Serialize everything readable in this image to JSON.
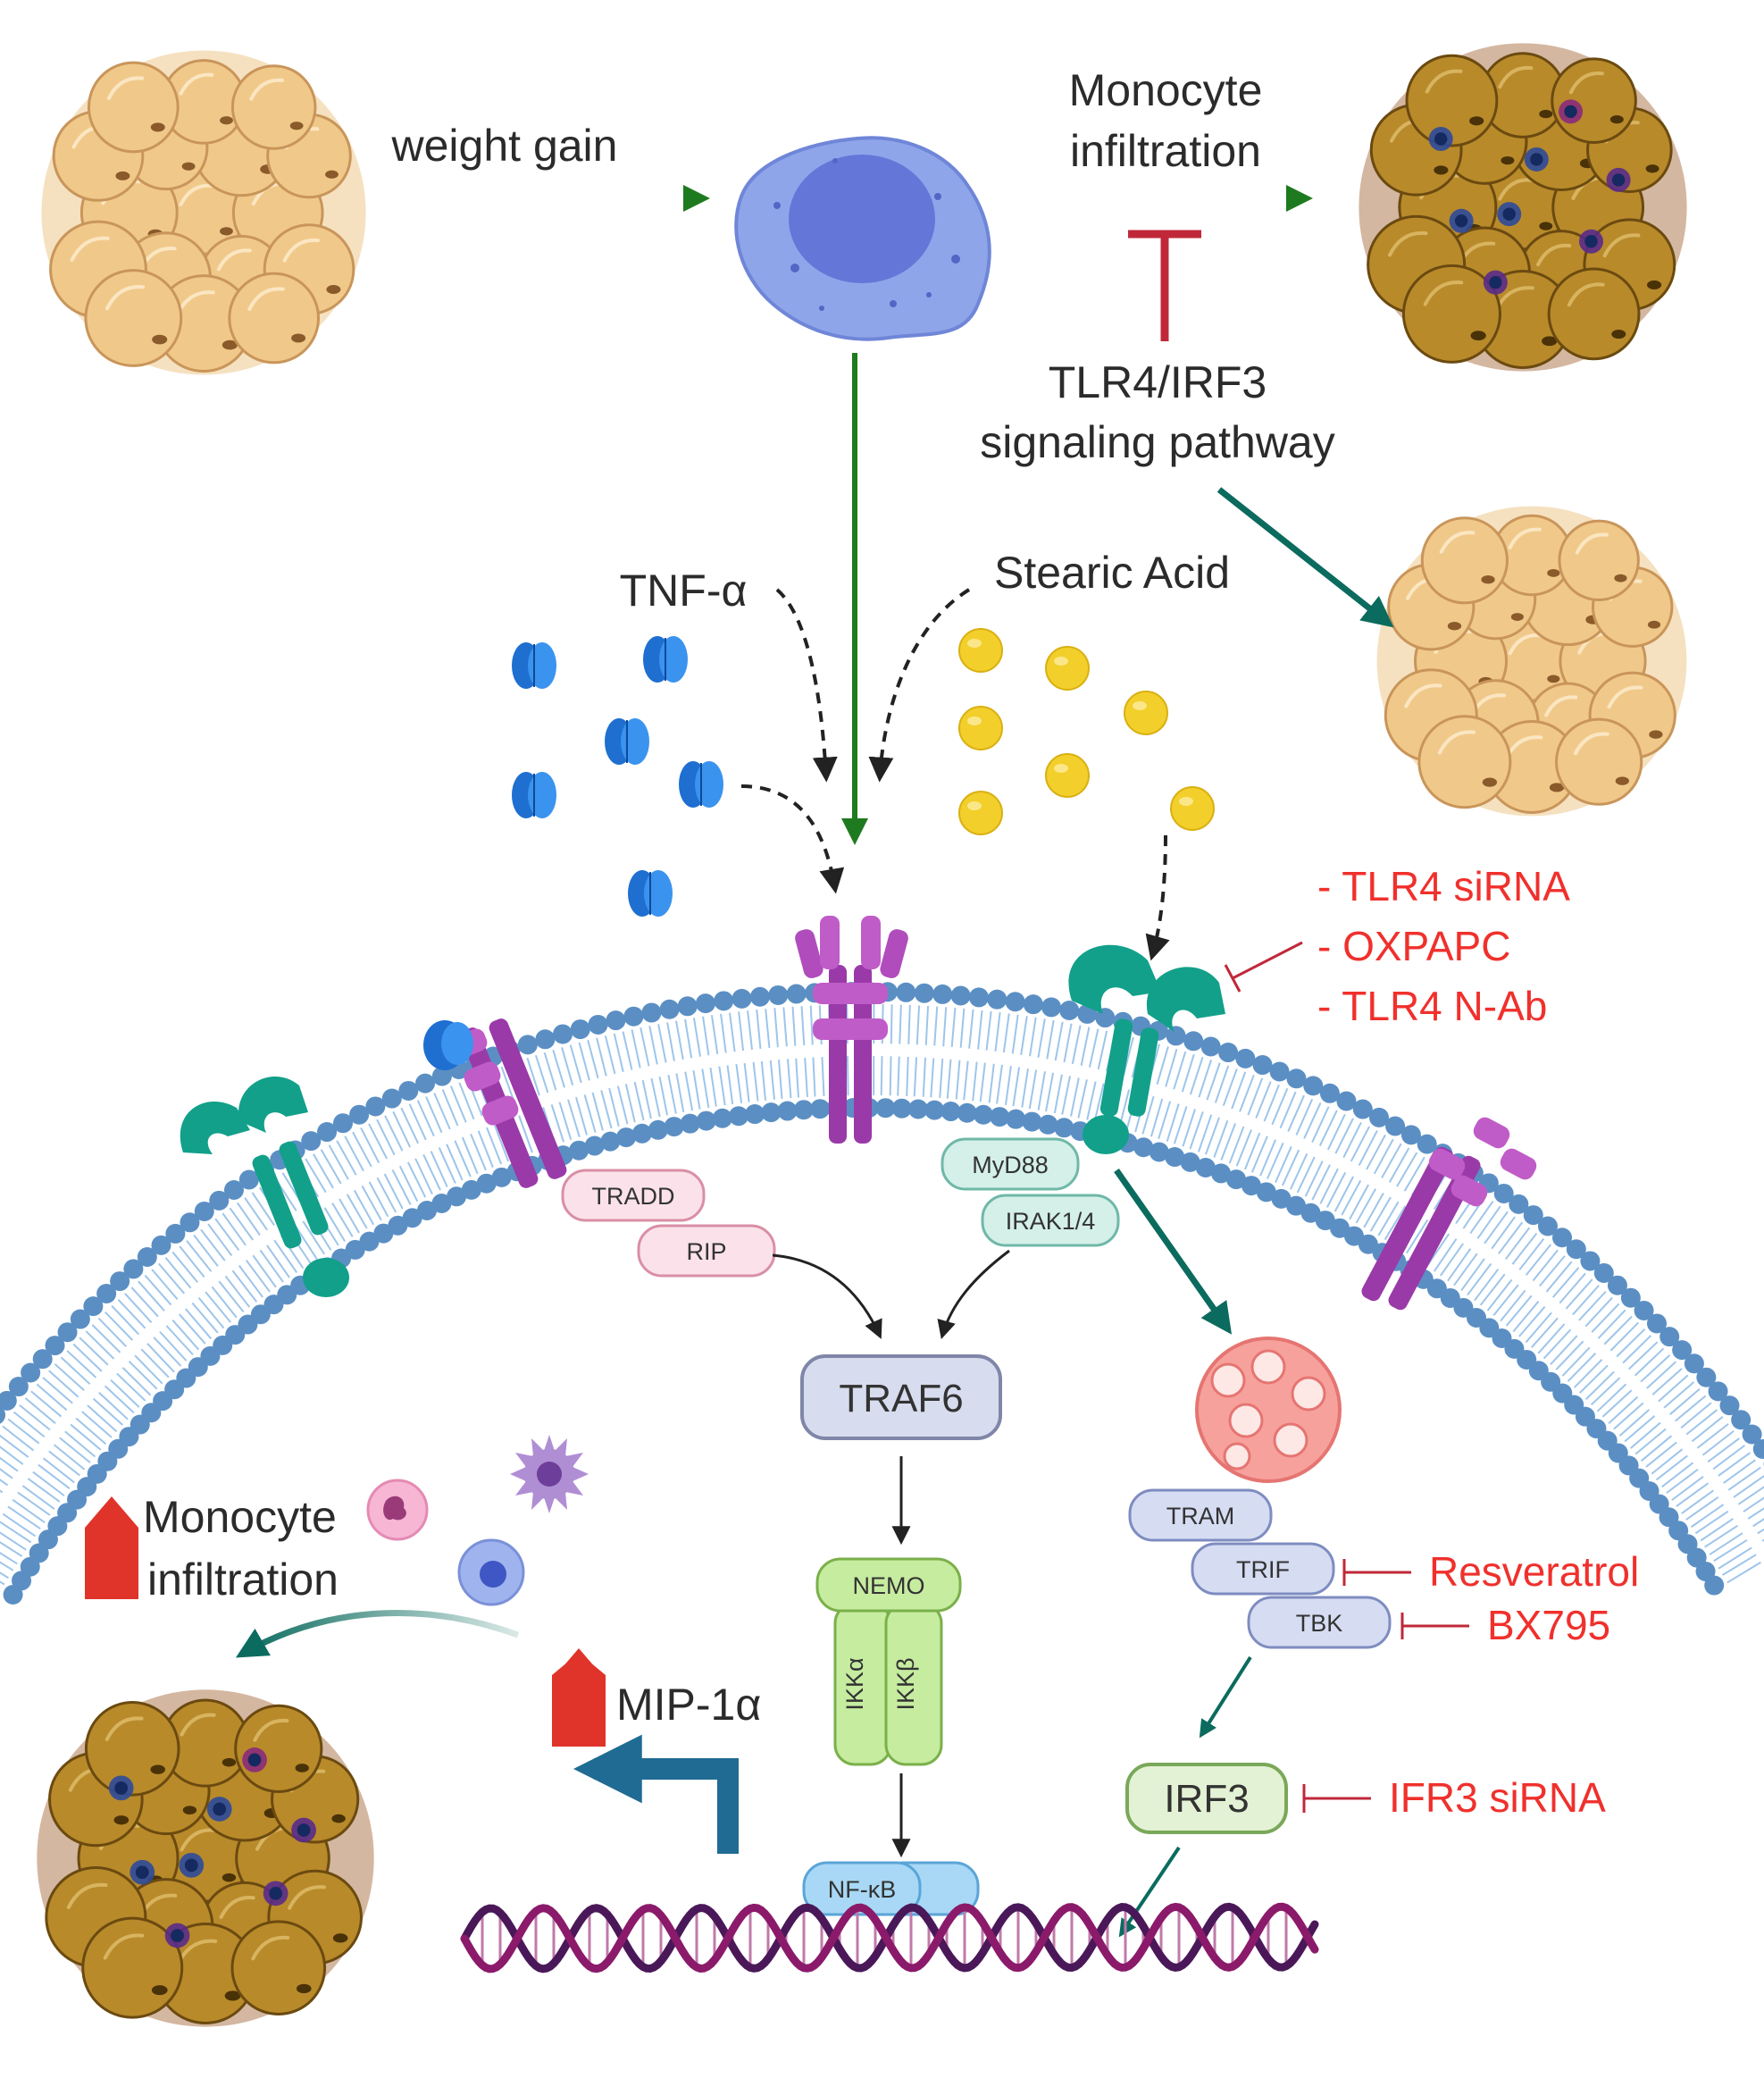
{
  "labels": {
    "weight_gain": "weight gain",
    "monocyte_infiltration_top_1": "Monocyte",
    "monocyte_infiltration_top_2": "infiltration",
    "tlr4_irf3_1": "TLR4/IRF3",
    "tlr4_irf3_2": "signaling pathway",
    "tnf_alpha": "TNF-α",
    "stearic_acid": "Stearic Acid",
    "monocyte_infiltration_bottom_1": "Monocyte",
    "monocyte_infiltration_bottom_2": "infiltration",
    "mip1a": "MIP-1α"
  },
  "inhibitors": {
    "tlr4_sirna": "- TLR4 siRNA",
    "oxpapc": "- OXPAPC",
    "tlr4_nab": "- TLR4 N-Ab",
    "resveratrol": "Resveratrol",
    "bx795": "BX795",
    "ifr3_sirna": "IFR3 siRNA"
  },
  "proteins": {
    "tradd": "TRADD",
    "rip": "RIP",
    "myd88": "MyD88",
    "irak": "IRAK1/4",
    "traf6": "TRAF6",
    "nemo": "NEMO",
    "ikka": "IKKα",
    "ikkb": "IKKβ",
    "nfkb": "NF-κB",
    "tram": "TRAM",
    "trif": "TRIF",
    "tbk": "TBK",
    "irf3": "IRF3"
  },
  "colors": {
    "green_arrow": "#1e7a1e",
    "teal_arrow": "#0b6b5e",
    "inhibition_red": "#c0283a",
    "inhibitor_text": "#f0302c",
    "adipocyte": "#f0c98a",
    "inflamed_adipocyte": "#b88a2a",
    "membrane_head": "#5b8fc4",
    "tlr4": "#12a08a",
    "tnfr": "#9a3aa8",
    "traf6_fill": "#d8dcef",
    "nemo_fill": "#c6eca0",
    "nfkb_fill": "#a8d8f5",
    "trif_fill": "#d6dcf2",
    "irf3_fill": "#e3f2d4",
    "dna_strand": "#8b1a6b",
    "up_arrow": "#e0342a",
    "mip_arrow": "#1f6b94"
  }
}
